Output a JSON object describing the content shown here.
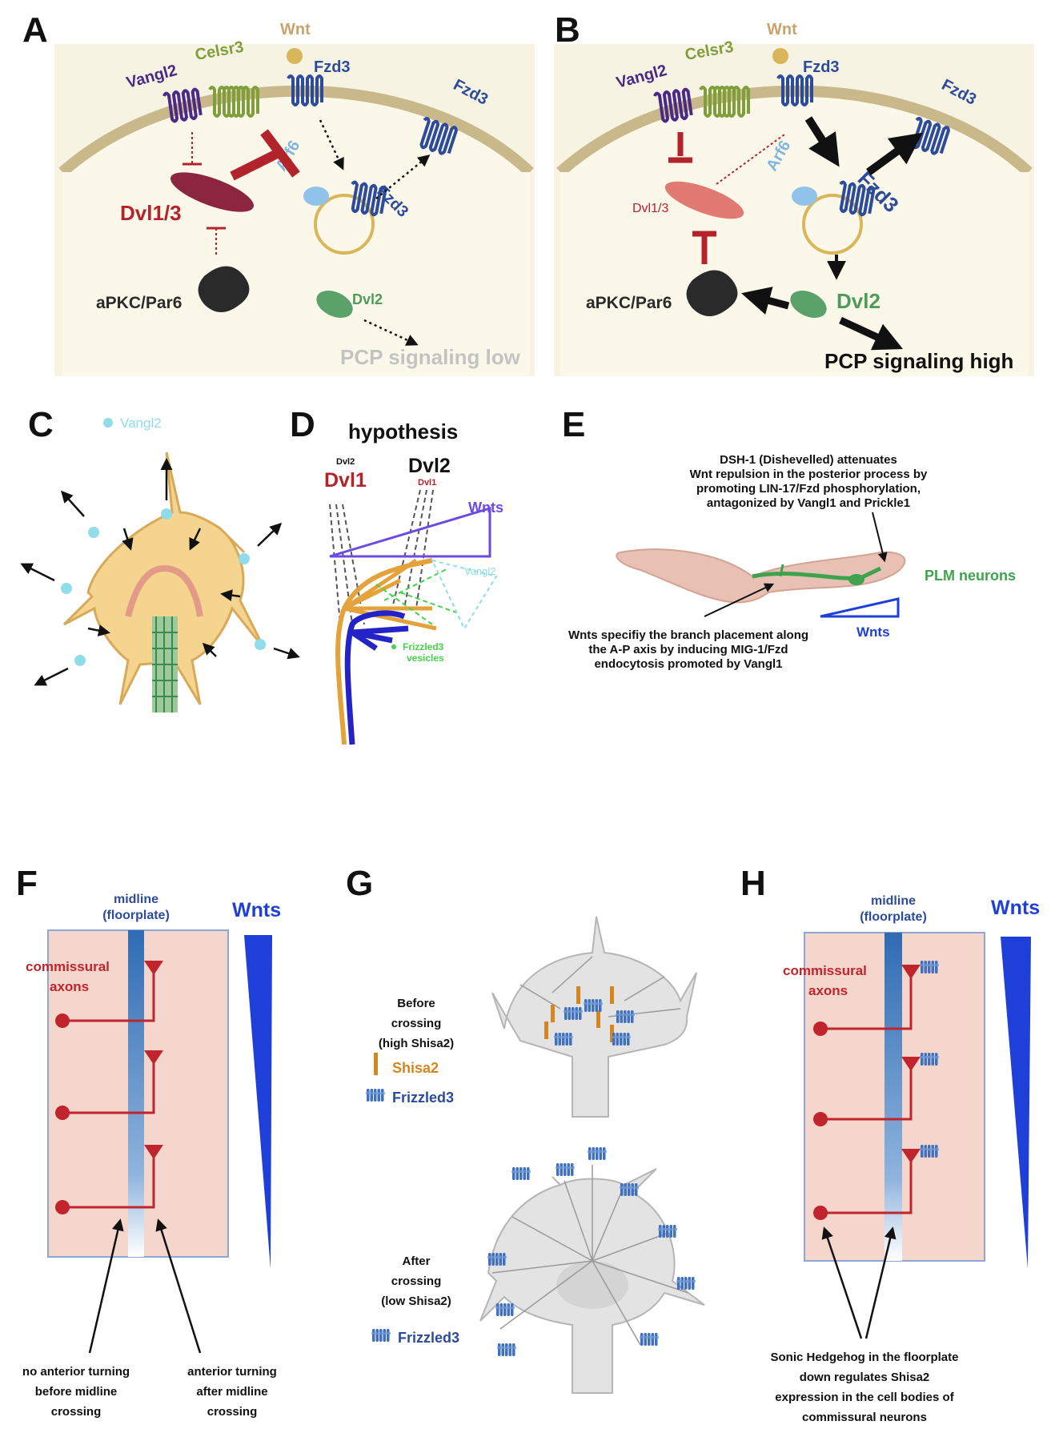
{
  "panels": {
    "A": {
      "letter": "A",
      "vangl2": "Vangl2",
      "celsr3": "Celsr3",
      "wnt": "Wnt",
      "fzd3_top": "Fzd3",
      "fzd3_right": "Fzd3",
      "fzd3_vesicle": "Fzd3",
      "arf6": "Arf6",
      "dvl13": "Dvl1/3",
      "apkc": "aPKC/Par6",
      "dvl2": "Dvl2",
      "status": "PCP signaling low"
    },
    "B": {
      "letter": "B",
      "vangl2": "Vangl2",
      "celsr3": "Celsr3",
      "wnt": "Wnt",
      "fzd3_top": "Fzd3",
      "fzd3_right": "Fzd3",
      "fzd3_vesicle": "Fzd3",
      "arf6": "Arf6",
      "dvl13": "Dvl1/3",
      "apkc": "aPKC/Par6",
      "dvl2": "Dvl2",
      "status": "PCP signaling high"
    },
    "C": {
      "letter": "C",
      "vangl2": "Vangl2"
    },
    "D": {
      "letter": "D",
      "title": "hypothesis",
      "dvl1_big": "Dvl1",
      "dvl2_small": "Dvl2",
      "dvl2_big": "Dvl2",
      "dvl1_small": "Dvl1",
      "wnts": "Wnts",
      "vangl2": "Vangl2",
      "frizzled3_vesicles_1": "Frizzled3",
      "frizzled3_vesicles_2": "vesicles"
    },
    "E": {
      "letter": "E",
      "top_note": [
        "DSH-1 (Dishevelled) attenuates",
        "Wnt repulsion in the posterior process by",
        "promoting LIN-17/Fzd phosphorylation,",
        "antagonized by Vangl1 and Prickle1"
      ],
      "plm": "PLM neurons",
      "wnts": "Wnts",
      "bottom_note": [
        "Wnts specifiy the branch placement along",
        "the A-P axis by inducing MIG-1/Fzd",
        "endocytosis promoted by Vangl1"
      ]
    },
    "F": {
      "letter": "F",
      "midline": [
        "midline",
        "(floorplate)"
      ],
      "wnts": "Wnts",
      "axons": [
        "commissural",
        "axons"
      ],
      "left_note": [
        "no anterior turning",
        "before midline",
        "crossing"
      ],
      "right_note": [
        "anterior turning",
        "after midline",
        "crossing"
      ]
    },
    "G": {
      "letter": "G",
      "before": [
        "Before",
        "crossing",
        "(high Shisa2)"
      ],
      "shisa2": "Shisa2",
      "frizzled3_1": "Frizzled3",
      "after": [
        "After",
        "crossing",
        "(low Shisa2)"
      ],
      "frizzled3_2": "Frizzled3"
    },
    "H": {
      "letter": "H",
      "midline": [
        "midline",
        "(floorplate)"
      ],
      "wnts": "Wnts",
      "axons": [
        "commissural",
        "axons"
      ],
      "note": [
        "Sonic Hedgehog in the floorplate",
        "down regulates Shisa2",
        "expression in the cell bodies of",
        "commissural neurons"
      ]
    }
  },
  "colors": {
    "membrane": "#c9b98a",
    "cytoplasm": "#fbf8ea",
    "vangl2": "#4b2a86",
    "celsr3": "#7f9f3a",
    "fzd3": "#2c4b9a",
    "wnt": "#d9b65a",
    "dvl13": "#8b2540",
    "inhibit": "#b3232b",
    "dvl2": "#4e9a5b",
    "arf6": "#7fb6e0",
    "apkc": "#2a2a2a",
    "wnts_blue": "#1f3fd9",
    "axon_red": "#c0242c",
    "shisa2": "#d7851e"
  }
}
